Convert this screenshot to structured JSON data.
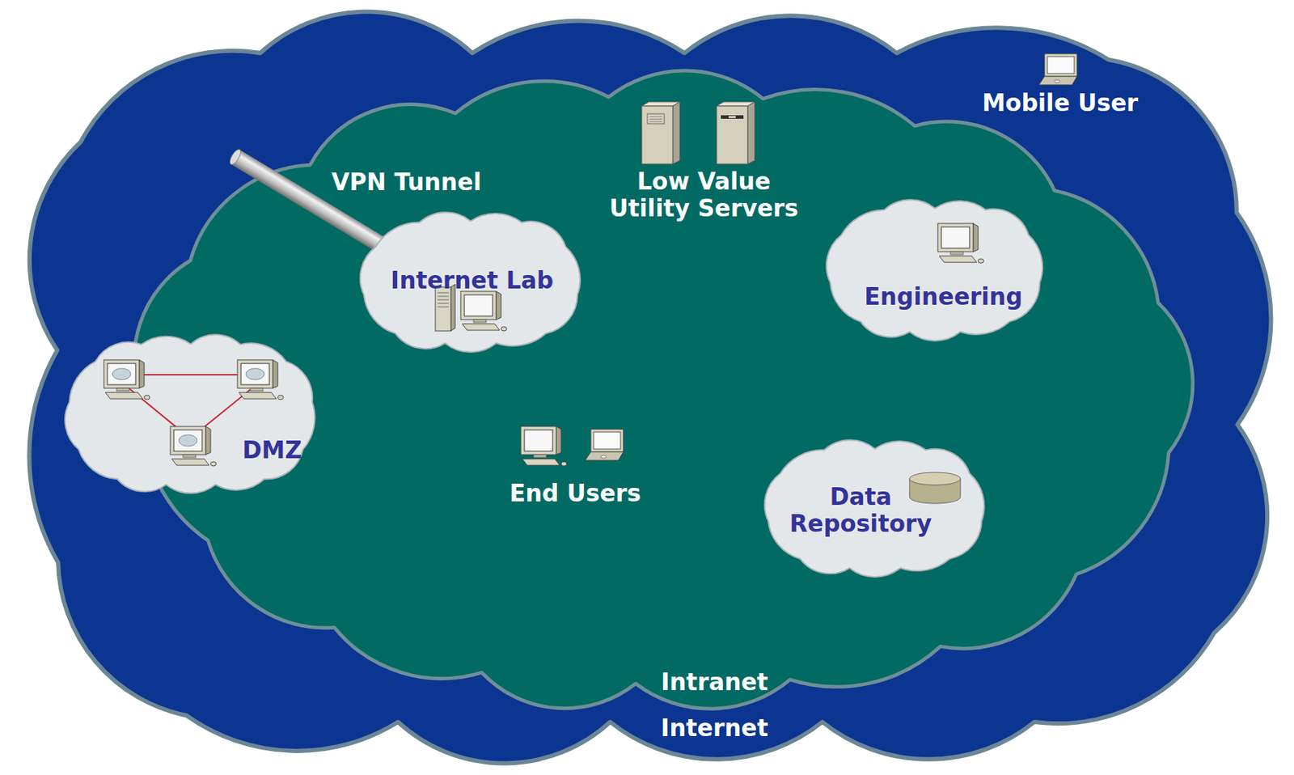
{
  "diagram": {
    "nodes": [
      {
        "text": [
          "Internet"
        ]
      },
      {
        "text": [
          "Intranet"
        ],
        "in": 0
      },
      {
        "text": [
          "Internet Lab"
        ],
        "in": 1
      },
      {
        "text": [
          "Engineering"
        ],
        "in": 1
      },
      {
        "text": [
          "DMZ"
        ],
        "in": 1
      },
      {
        "text": [
          "Data Repository"
        ],
        "in": 1
      }
    ],
    "labels": [
      "VPN Tunnel",
      "Low Value Utility Servers",
      "Mobile User",
      "End Users"
    ]
  }
}
